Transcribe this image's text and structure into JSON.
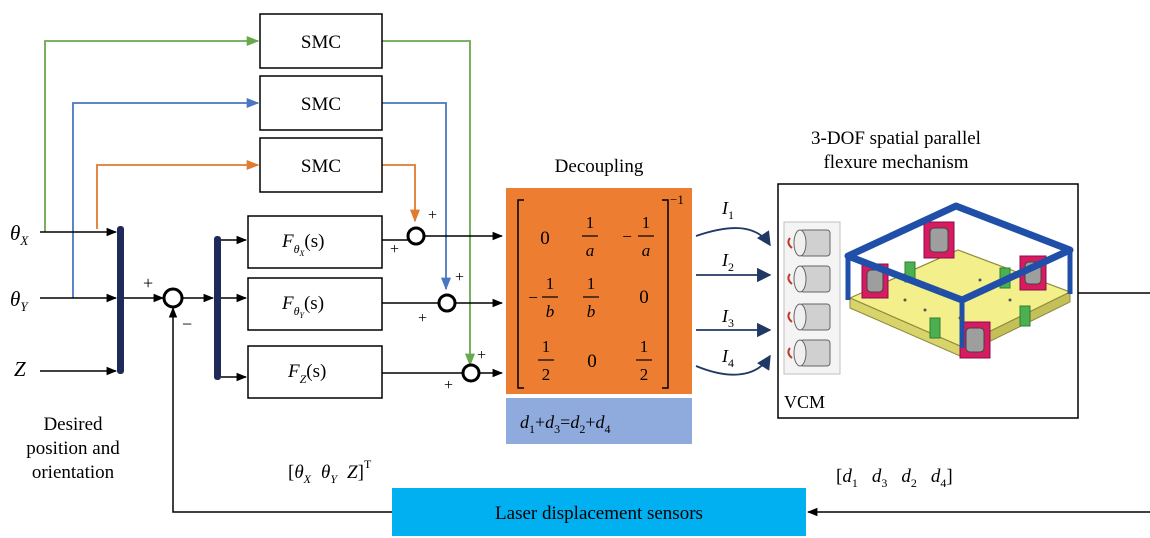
{
  "controllers": [
    {
      "label": "SMC",
      "color": "#6aa84f"
    },
    {
      "label": "SMC",
      "color": "#4a76c2"
    },
    {
      "label": "SMC",
      "color": "#e07b30"
    }
  ],
  "inputs": {
    "theta_x": {
      "sym": "θ",
      "sub": "X"
    },
    "theta_y": {
      "sym": "θ",
      "sub": "Y"
    },
    "z": {
      "sym": "Z"
    }
  },
  "desired_label": [
    "Desired",
    "position and",
    "orientation"
  ],
  "filters": [
    {
      "f": "F",
      "sym": "θ",
      "sub": "X",
      "arg": "(s)"
    },
    {
      "f": "F",
      "sym": "θ",
      "sub": "Y",
      "arg": "(s)"
    },
    {
      "f": "F",
      "sub": "Z",
      "arg": "(s)"
    }
  ],
  "signs": {
    "plus": "+",
    "minus": "−"
  },
  "decoupling": {
    "title": "Decoupling",
    "fill": "#ed7d31",
    "inverse_exp": "−1",
    "matrix": [
      [
        {
          "v": "0"
        },
        {
          "num": "1",
          "den": "a"
        },
        {
          "neg": "−",
          "num": "1",
          "den": "a"
        }
      ],
      [
        {
          "neg": "−",
          "num": "1",
          "den": "b"
        },
        {
          "num": "1",
          "den": "b"
        },
        {
          "v": "0"
        }
      ],
      [
        {
          "num": "1",
          "den": "2"
        },
        {
          "v": "0"
        },
        {
          "num": "1",
          "den": "2"
        }
      ]
    ]
  },
  "constraint": {
    "fill": "#8faadc",
    "parts": [
      {
        "t": "d",
        "s": "1"
      },
      {
        "t": "+"
      },
      {
        "t": "d",
        "s": "3"
      },
      {
        "t": "="
      },
      {
        "t": "d",
        "s": "2"
      },
      {
        "t": "+"
      },
      {
        "t": "d",
        "s": "4"
      }
    ]
  },
  "currents": [
    {
      "sym": "I",
      "sub": "1"
    },
    {
      "sym": "I",
      "sub": "2"
    },
    {
      "sym": "I",
      "sub": "3"
    },
    {
      "sym": "I",
      "sub": "4"
    }
  ],
  "mechanism": {
    "title_lines": [
      "3-DOF spatial parallel",
      "flexure mechanism"
    ],
    "vcm_label": "VCM"
  },
  "sensors": {
    "label": "Laser displacement sensors",
    "fill": "#00b0f0"
  },
  "feedback": {
    "output_vec": {
      "parts": [
        {
          "sym": "θ",
          "sub": "X"
        },
        {
          "sym": "θ",
          "sub": "Y"
        },
        {
          "sym": "Z"
        }
      ],
      "transpose": "T"
    },
    "sensor_vec": {
      "parts": [
        {
          "sym": "d",
          "sub": "1"
        },
        {
          "sym": "d",
          "sub": "3"
        },
        {
          "sym": "d",
          "sub": "2"
        },
        {
          "sym": "d",
          "sub": "4"
        }
      ]
    }
  }
}
